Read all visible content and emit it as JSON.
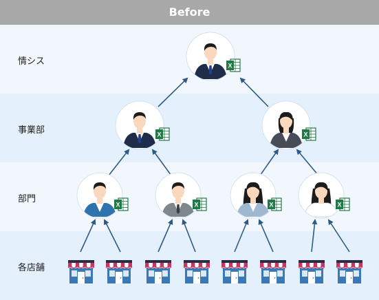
{
  "header": {
    "title": "Before"
  },
  "rows": [
    {
      "label": "情シス"
    },
    {
      "label": "事業部"
    },
    {
      "label": "部門"
    },
    {
      "label": "各店舗"
    }
  ],
  "colors": {
    "header_bg": "#a8a8a8",
    "band_light": "#f2f7fd",
    "band_mid": "#e4f0fb",
    "arrow": "#2e5a86",
    "excel": "#1f7a45",
    "store_awning_red": "#c6365f",
    "store_blue": "#3a78b6"
  },
  "nodes": [
    {
      "level": "情シス",
      "person": "male-suit-navy"
    },
    {
      "level": "事業部",
      "person": "male-suit-navy"
    },
    {
      "level": "事業部",
      "person": "female-suit-dark"
    },
    {
      "level": "部門",
      "person": "male-blue-jacket"
    },
    {
      "level": "部門",
      "person": "male-gray-jacket"
    },
    {
      "level": "部門",
      "person": "female-light-blue-jacket"
    },
    {
      "level": "部門",
      "person": "female-white-blouse"
    }
  ],
  "stores_count": 8
}
